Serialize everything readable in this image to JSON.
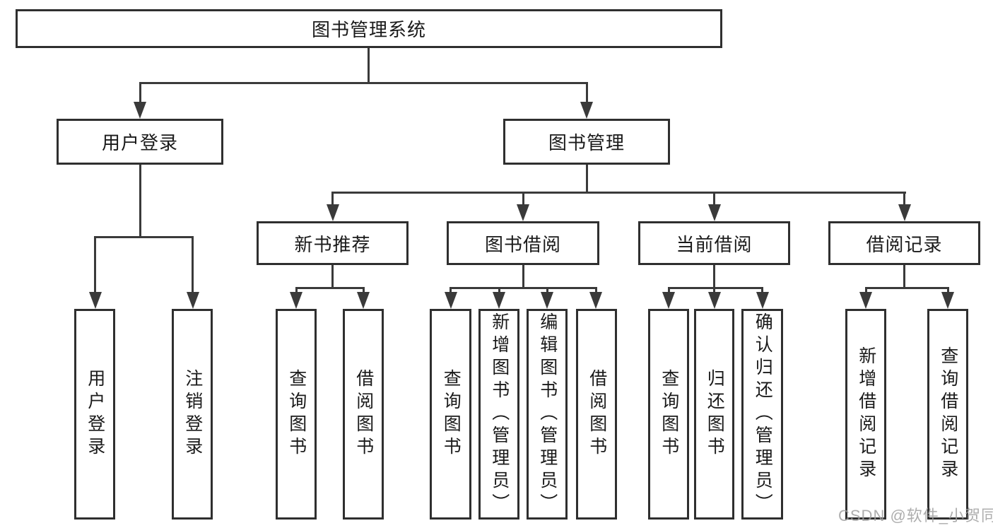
{
  "diagram": {
    "title": "图书管理系统",
    "nodes": {
      "root": {
        "label": "图书管理系统"
      },
      "user_login": {
        "label": "用户登录"
      },
      "book_mgmt": {
        "label": "图书管理"
      },
      "new_rec": {
        "label": "新书推荐"
      },
      "book_borrow": {
        "label": "图书借阅"
      },
      "cur_borrow": {
        "label": "当前借阅"
      },
      "borrow_rec": {
        "label": "借阅记录"
      },
      "ul_login": {
        "label": "用户登录"
      },
      "ul_logout": {
        "label": "注销登录"
      },
      "nb_query": {
        "label": "查询图书"
      },
      "nb_borrow": {
        "label": "借阅图书"
      },
      "bb_query": {
        "label": "查询图书"
      },
      "bb_add": {
        "label": "新增图书（管理员）"
      },
      "bb_edit": {
        "label": "编辑图书（管理员）"
      },
      "bb_borrow": {
        "label": "借阅图书"
      },
      "cb_query": {
        "label": "查询图书"
      },
      "cb_return": {
        "label": "归还图书"
      },
      "cb_confirm": {
        "label": "确认归还（管理员）"
      },
      "br_add": {
        "label": "新增借阅记录"
      },
      "br_query": {
        "label": "查询借阅记录"
      }
    },
    "edges": [
      [
        "root",
        "user_login"
      ],
      [
        "root",
        "book_mgmt"
      ],
      [
        "user_login",
        "ul_login"
      ],
      [
        "user_login",
        "ul_logout"
      ],
      [
        "book_mgmt",
        "new_rec"
      ],
      [
        "book_mgmt",
        "book_borrow"
      ],
      [
        "book_mgmt",
        "cur_borrow"
      ],
      [
        "book_mgmt",
        "borrow_rec"
      ],
      [
        "new_rec",
        "nb_query"
      ],
      [
        "new_rec",
        "nb_borrow"
      ],
      [
        "book_borrow",
        "bb_query"
      ],
      [
        "book_borrow",
        "bb_add"
      ],
      [
        "book_borrow",
        "bb_edit"
      ],
      [
        "book_borrow",
        "bb_borrow"
      ],
      [
        "cur_borrow",
        "cb_query"
      ],
      [
        "cur_borrow",
        "cb_return"
      ],
      [
        "cur_borrow",
        "cb_confirm"
      ],
      [
        "borrow_rec",
        "br_add"
      ],
      [
        "borrow_rec",
        "br_query"
      ]
    ],
    "colors": {
      "line": "#3a3a3a",
      "border": "#2f2f2f",
      "text": "#1a1a1a",
      "watermark": "#a0a0a0"
    }
  },
  "watermark": {
    "text": "CSDN @软件_小贺同学"
  }
}
